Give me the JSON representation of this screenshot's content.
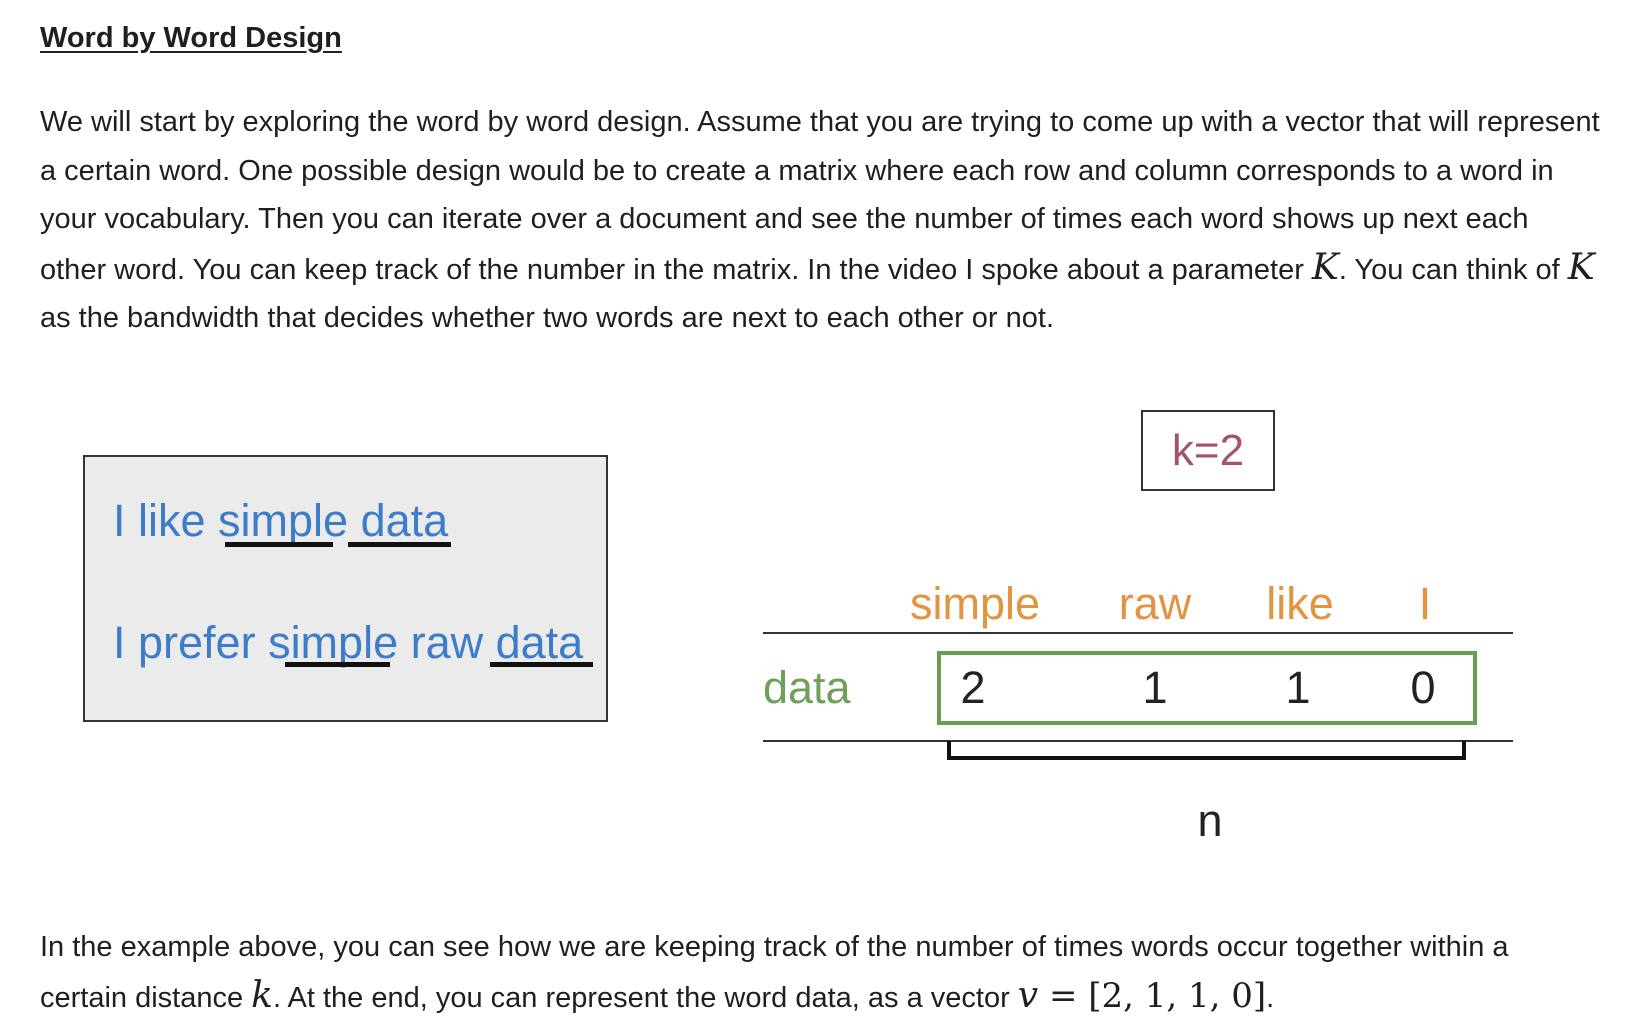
{
  "title": "Word by Word Design",
  "paragraph1": {
    "text_a": "We will start by exploring the word by word design. Assume that you are trying to come up with a vector that will represent a certain word.  One possible design would be to create a matrix where each row and column corresponds to a word in your vocabulary. Then you can iterate over a document and see the number of times each word shows up next each other word. You can keep track of the number in the matrix. In the video I spoke about a parameter ",
    "math_a": "K",
    "text_b": ". You can think of ",
    "math_b": "K",
    "text_c": " as the bandwidth that decides whether two words are next to each other or not."
  },
  "diagram": {
    "sentence1": {
      "w1": "I like ",
      "w2": "simple",
      "w3": " ",
      "w4": "data"
    },
    "sentence2": {
      "w1": "I prefer ",
      "w2": "simple",
      "w3": " raw ",
      "w4": "data"
    },
    "k_label": "k=2",
    "columns": [
      "simple",
      "raw",
      "like",
      "I"
    ],
    "row_label": "data",
    "row_values": [
      "2",
      "1",
      "1",
      "0"
    ],
    "n_label": "n",
    "colors": {
      "sentence": "#3d7cc9",
      "column_header": "#e39440",
      "row_label": "#6f9f58",
      "k_label": "#a4506f",
      "highlight_box": "#6a9e4f",
      "sentence_box_bg": "#ebebeb"
    }
  },
  "paragraph2": {
    "text_a": "In the example above, you can see how we are keeping track of the number of times words occur together within a certain distance ",
    "math_a": "k",
    "text_b": ". At the end, you can represent the word data, as a vector ",
    "math_b": "v",
    "math_eq": " = [2, 1, 1, 0]",
    "text_c": "."
  }
}
